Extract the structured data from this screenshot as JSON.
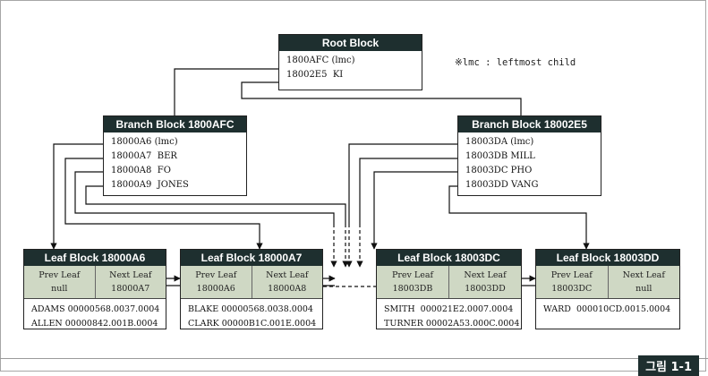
{
  "note": "※lmc : leftmost child",
  "figure_label": "그림 1-1",
  "root": {
    "title": "Root Block",
    "entries": [
      "1800AFC (lmc)",
      "18002E5  KI"
    ]
  },
  "branches": [
    {
      "title": "Branch Block 1800AFC",
      "entries": [
        "18000A6 (lmc)",
        "18000A7  BER",
        "18000A8  FO",
        "18000A9  JONES"
      ]
    },
    {
      "title": "Branch Block 18002E5",
      "entries": [
        "18003DA (lmc)",
        "18003DB MILL",
        "18003DC PHO",
        "18003DD VANG"
      ]
    }
  ],
  "leaves": [
    {
      "title": "Leaf Block 18000A6",
      "prev_label": "Prev Leaf",
      "prev_value": "null",
      "next_label": "Next Leaf",
      "next_value": "18000A7",
      "rows": [
        "ADAMS 00000568.0037.0004",
        "ALLEN 00000842.001B.0004"
      ]
    },
    {
      "title": "Leaf Block 18000A7",
      "prev_label": "Prev Leaf",
      "prev_value": "18000A6",
      "next_label": "Next Leaf",
      "next_value": "18000A8",
      "rows": [
        "BLAKE 00000568.0038.0004",
        "CLARK 00000B1C.001E.0004"
      ]
    },
    {
      "title": "Leaf Block 18003DC",
      "prev_label": "Prev Leaf",
      "prev_value": "18003DB",
      "next_label": "Next Leaf",
      "next_value": "18003DD",
      "rows": [
        "SMITH  000021E2.0007.0004",
        "TURNER 00002A53.000C.0004"
      ]
    },
    {
      "title": "Leaf Block 18003DD",
      "prev_label": "Prev Leaf",
      "prev_value": "18003DC",
      "next_label": "Next Leaf",
      "next_value": "null",
      "rows": [
        "WARD  000010CD.0015.0004"
      ]
    }
  ]
}
